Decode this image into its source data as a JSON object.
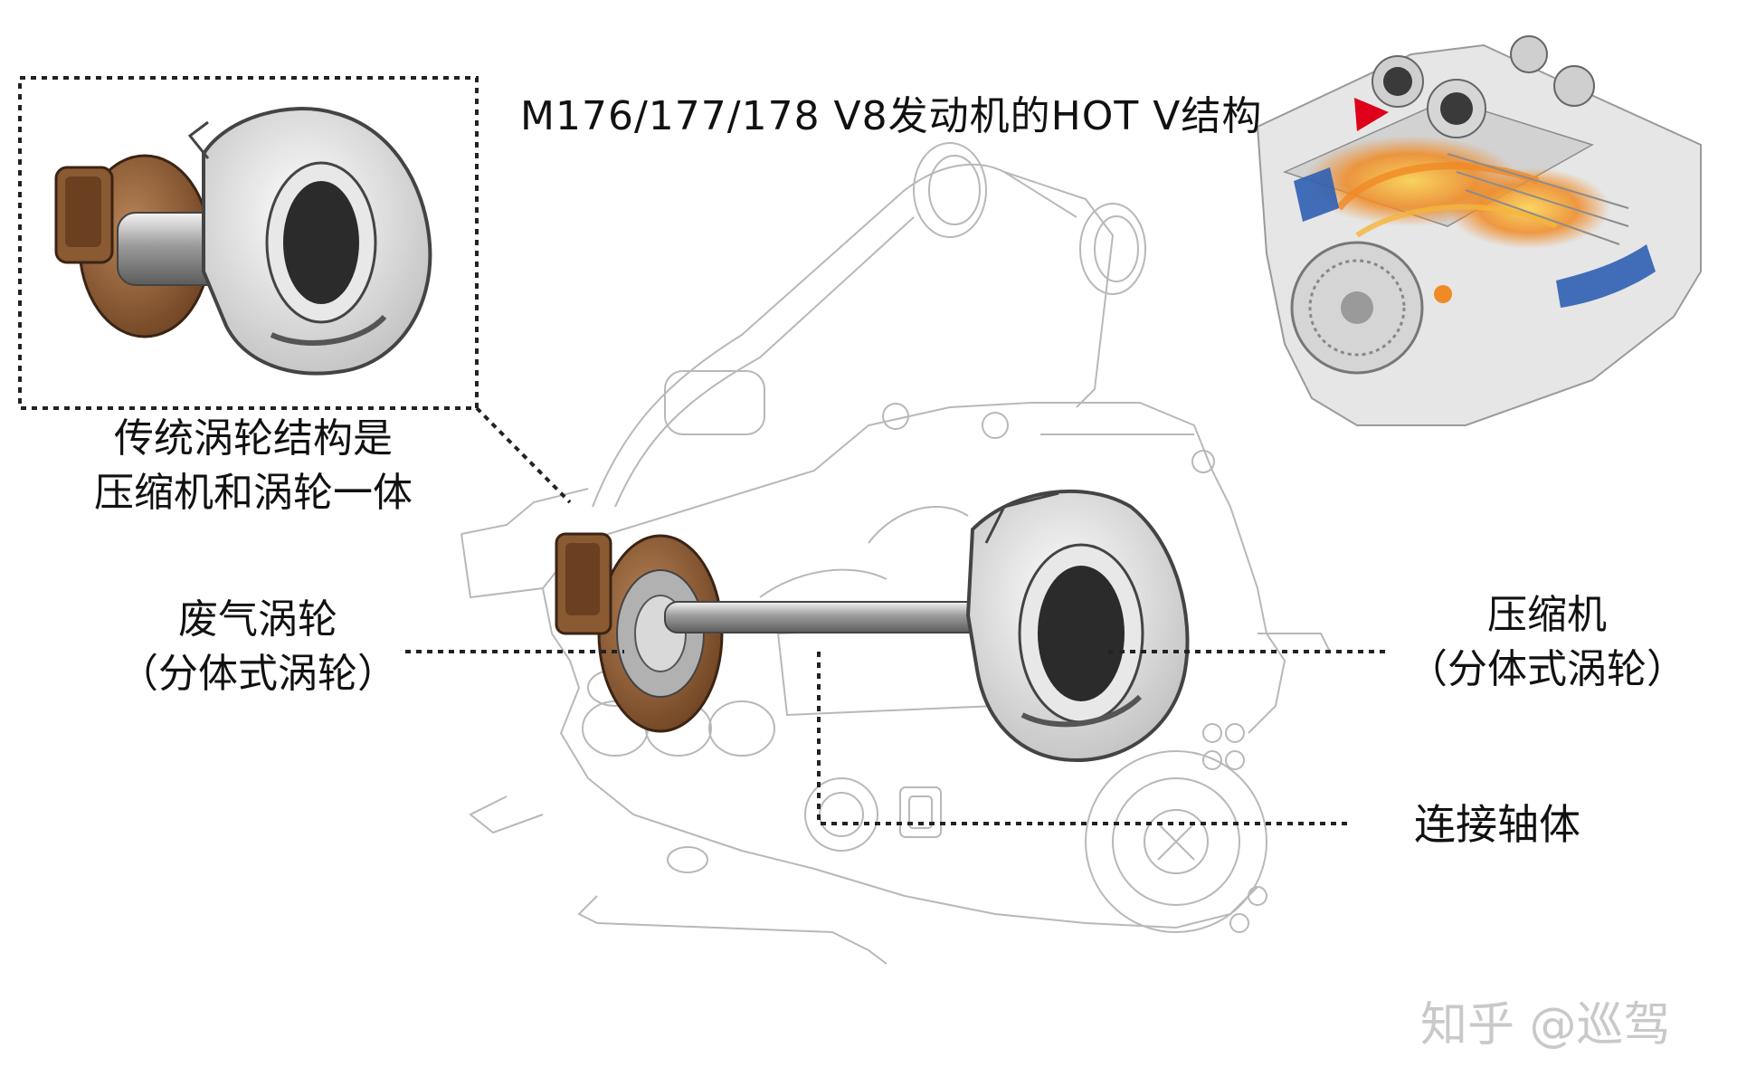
{
  "title": "M176/177/178 V8发动机的HOT V结构",
  "labels": {
    "traditional_line1": "传统涡轮结构是",
    "traditional_line2": "压缩机和涡轮一体",
    "turbine_line1": "废气涡轮",
    "turbine_line2": "（分体式涡轮）",
    "compressor_line1": "压缩机",
    "compressor_line2": "（分体式涡轮）",
    "shaft": "连接轴体"
  },
  "watermark": "知乎 @巡驾",
  "colors": {
    "turbine_bronze": "#8a5a33",
    "compressor_grey": "#d9d9d9",
    "pointer_red": "#e0001b",
    "hot_orange": "#f08a24",
    "cool_blue": "#2f5fb3"
  }
}
